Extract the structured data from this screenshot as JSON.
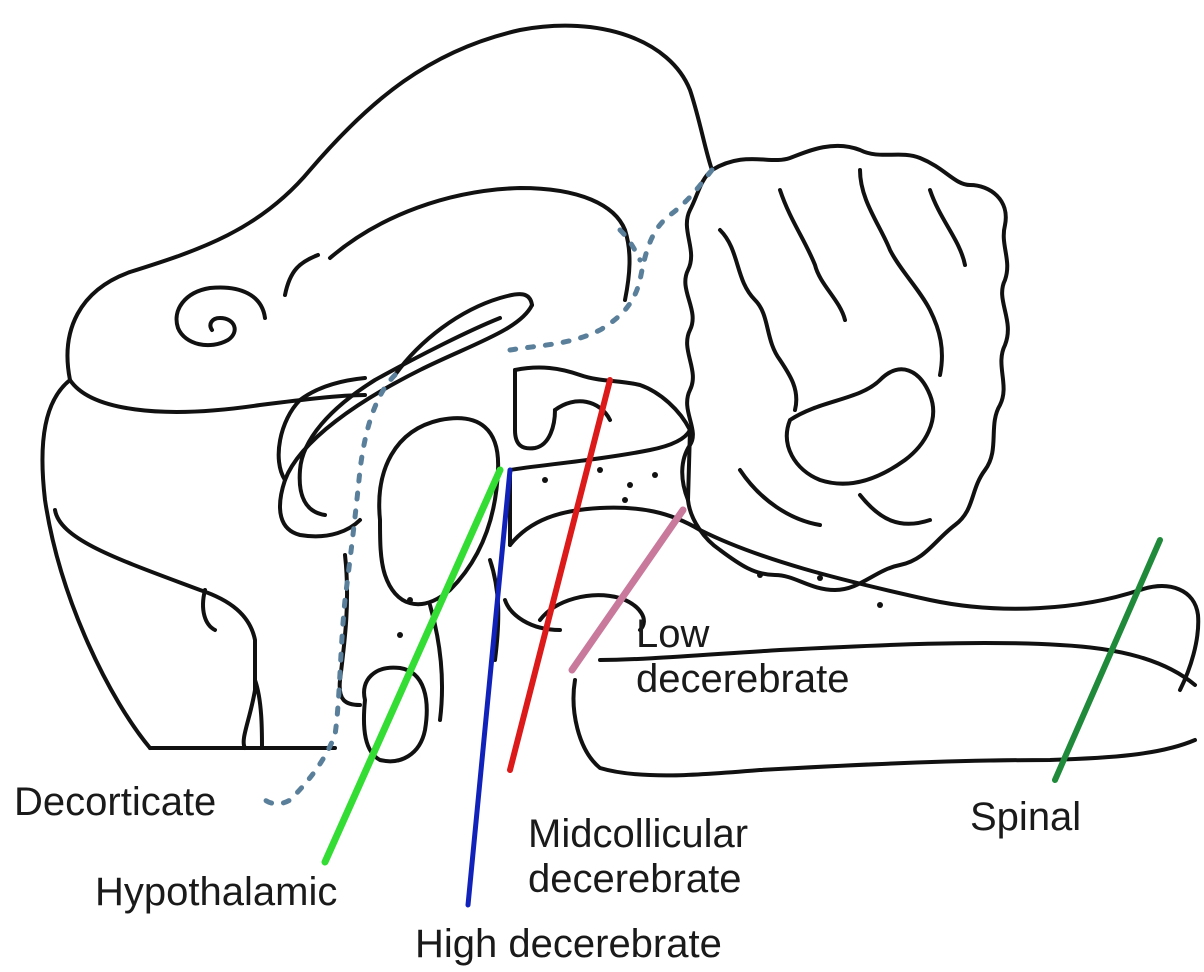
{
  "labels": {
    "decorticate": "Decorticate",
    "hypothalamic": "Hypothalamic",
    "high_decerebrate": "High decerebrate",
    "midcollicular_line1": "Midcollicular",
    "midcollicular_line2": "decerebrate",
    "low_line1": "Low",
    "low_line2": "decerebrate",
    "spinal": "Spinal"
  },
  "colors": {
    "outline": "#111111",
    "dotted_boundary": "#5a7f9a",
    "hypothalamic": "#33dd33",
    "high_decerebrate": "#1122bb",
    "midcollicular": "#dd1a1a",
    "low_decerebrate": "#c97a9c",
    "spinal": "#1f8a3a"
  }
}
